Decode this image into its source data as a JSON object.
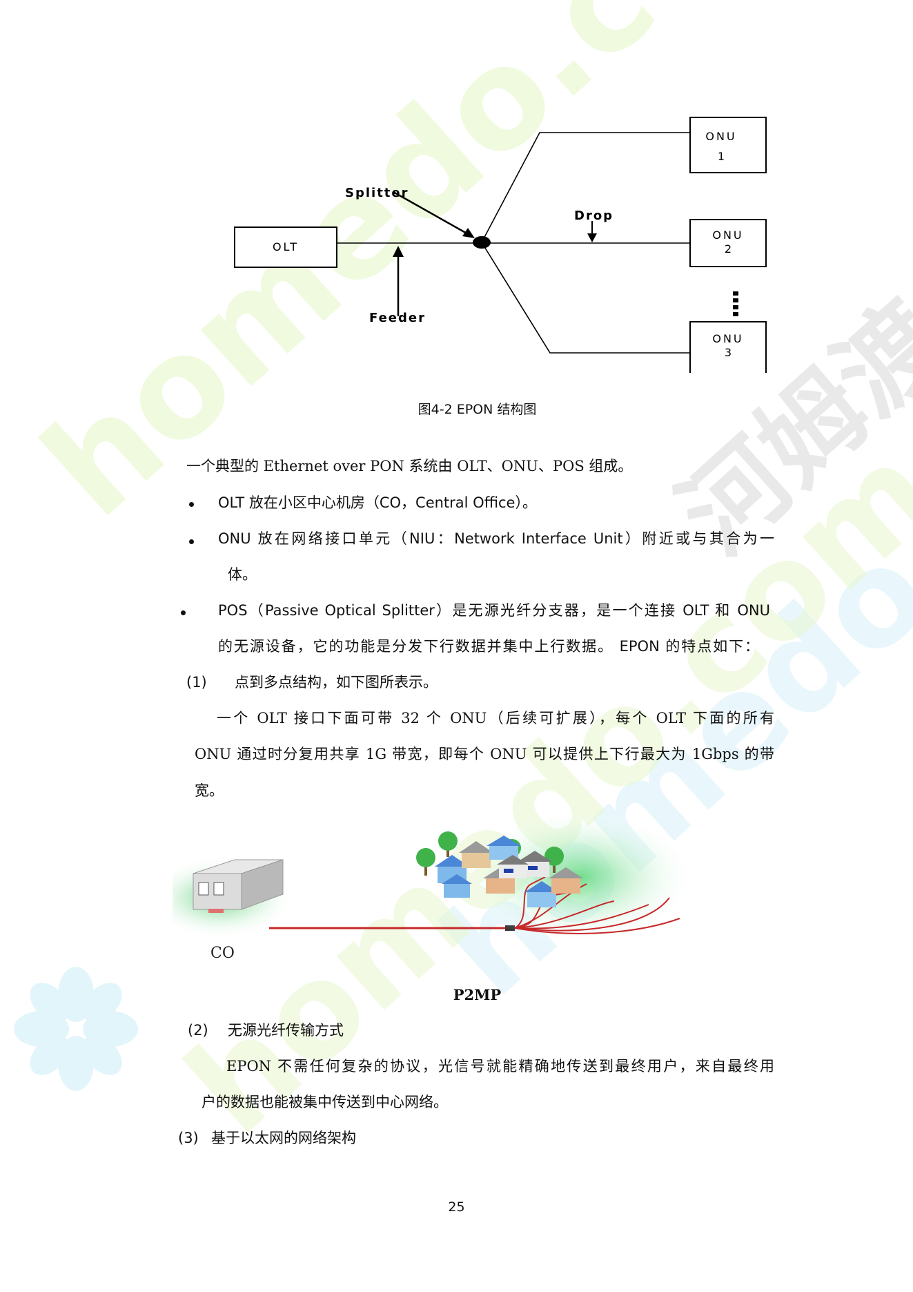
{
  "watermark": {
    "text_a": "homedo.com",
    "text_b": "homedo.com",
    "text_c": "homedo.com",
    "text_cn": "河姆渡"
  },
  "diagram1": {
    "olt": "OLT",
    "onu1_a": "ONU",
    "onu1_b": "1",
    "onu2_a": "ONU",
    "onu2_b": "2",
    "onu3_a": "ONU",
    "onu3_b": "3",
    "splitter": "Splitter",
    "drop": "Drop",
    "feeder": "Feeder"
  },
  "figure1_caption": "图4-2 EPON 结构图",
  "paragraphs": {
    "intro": "一个典型的 Ethernet over PON 系统由 OLT、ONU、POS 组成。",
    "b1": "OLT 放在小区中心机房（CO，Central Office）。",
    "b2_line1": "ONU 放在网络接口单元（NIU：Network Interface Unit）附近或与其合为一",
    "b2_line2": "体。",
    "b3_line1": "POS（Passive Optical Splitter）是无源光纤分支器，是一个连接 OLT 和 ONU",
    "b3_line2": "的无源设备，它的功能是分发下行数据并集中上行数据。 EPON 的特点如下：",
    "n1_num": "(1)",
    "n1_text": "点到多点结构，如下图所表示。",
    "n1_p_line1": "一个 OLT 接口下面可带 32 个 ONU（后续可扩展），每个 OLT 下面的所有",
    "n1_p_line2": "ONU 通过时分复用共享 1G 带宽，即每个 ONU 可以提供上下行最大为 1Gbps 的带",
    "n1_p_line3": "宽。",
    "n2_num": "(2)",
    "n2_text": "无源光纤传输方式",
    "n2_p_line1": "EPON 不需任何复杂的协议，光信号就能精确地传送到最终用户，来自最终用",
    "n2_p_line2": "户的数据也能被集中传送到中心网络。",
    "n3_num": "(3)",
    "n3_text": "基于以太网的网络架构"
  },
  "diagram2": {
    "co_label": "CO"
  },
  "figure2_caption": "P2MP",
  "page_number": "25",
  "colors": {
    "fiber": "#c8282a",
    "watermark_green": "#e4f6c6",
    "watermark_blue": "#d8f2fb"
  }
}
